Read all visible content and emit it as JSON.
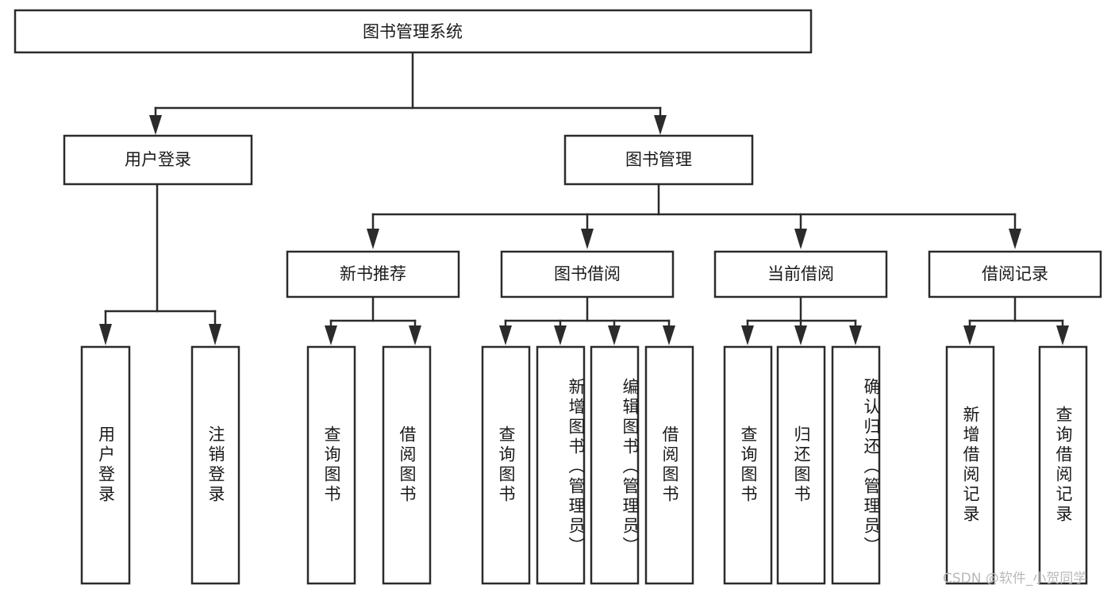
{
  "diagram": {
    "type": "tree",
    "title": "图书管理系统",
    "watermark": "CSDN @软件_小贺同学",
    "colors": {
      "stroke": "#2b2b2b",
      "fill": "#ffffff",
      "text": "#1a1a1a",
      "watermark": "#b9b9b9"
    },
    "root": {
      "label": "图书管理系统"
    },
    "level2": [
      {
        "id": "user-login",
        "label": "用户登录"
      },
      {
        "id": "book-manage",
        "label": "图书管理"
      }
    ],
    "level3": [
      {
        "id": "new-book-rec",
        "label": "新书推荐"
      },
      {
        "id": "book-borrow",
        "label": "图书借阅"
      },
      {
        "id": "current-borrow",
        "label": "当前借阅"
      },
      {
        "id": "borrow-record",
        "label": "借阅记录"
      }
    ],
    "leaves": {
      "user_login": [
        {
          "id": "leaf-user-login",
          "label": "用户登录"
        },
        {
          "id": "leaf-logout",
          "label": "注销登录"
        }
      ],
      "new_book_rec": [
        {
          "id": "leaf-query-book-1",
          "label": "查询图书"
        },
        {
          "id": "leaf-borrow-book-1",
          "label": "借阅图书"
        }
      ],
      "book_borrow": [
        {
          "id": "leaf-query-book-2",
          "label": "查询图书"
        },
        {
          "id": "leaf-add-book",
          "label": "新增图书（管理员）"
        },
        {
          "id": "leaf-edit-book",
          "label": "编辑图书（管理员）"
        },
        {
          "id": "leaf-borrow-book-2",
          "label": "借阅图书"
        }
      ],
      "current_borrow": [
        {
          "id": "leaf-query-book-3",
          "label": "查询图书"
        },
        {
          "id": "leaf-return-book",
          "label": "归还图书"
        },
        {
          "id": "leaf-confirm-return",
          "label": "确认归还（管理员）"
        }
      ],
      "borrow_record": [
        {
          "id": "leaf-add-record",
          "label": "新增借阅记录"
        },
        {
          "id": "leaf-query-record",
          "label": "查询借阅记录"
        }
      ]
    }
  }
}
